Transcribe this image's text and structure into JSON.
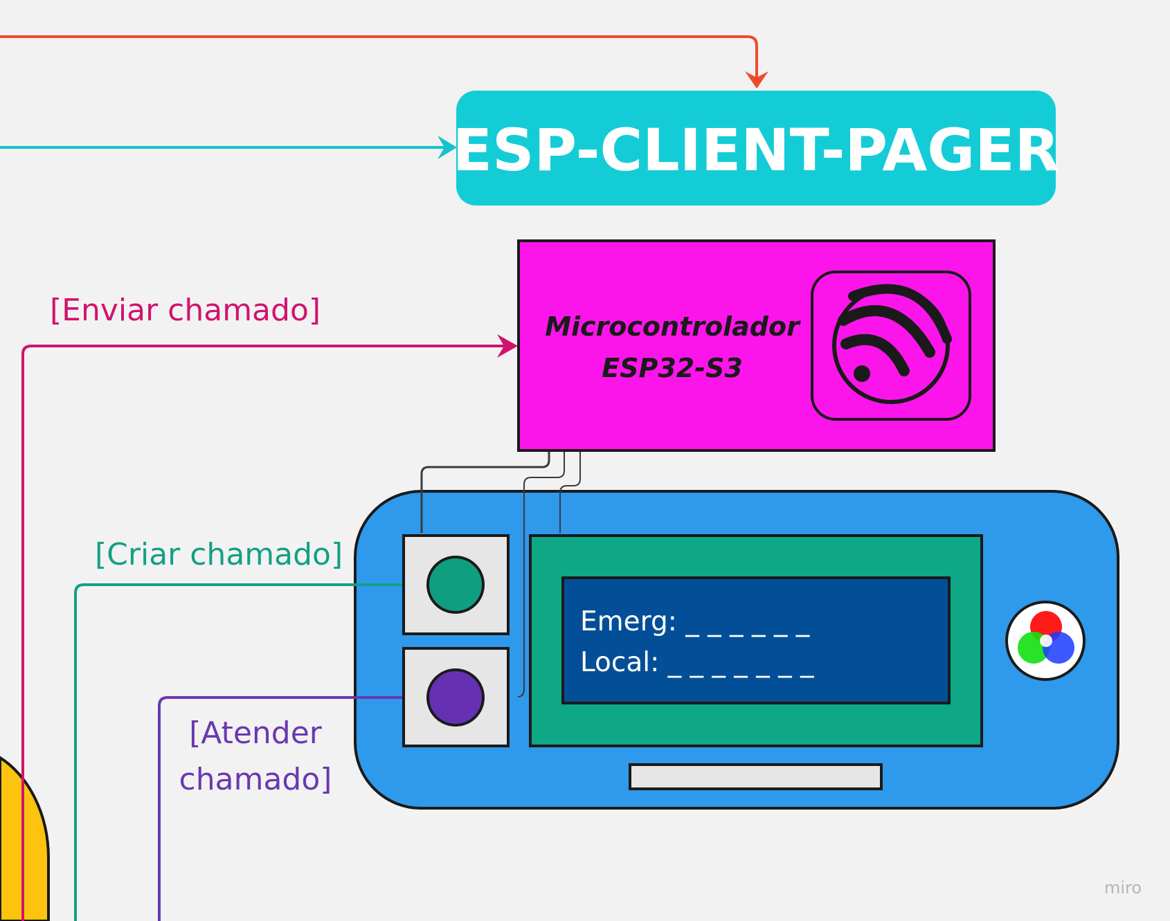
{
  "title": "ESP-CLIENT-PAGER",
  "microcontroller": {
    "line1": "Microcontrolador",
    "line2": "ESP32-S3",
    "logo_icon": "espressif-logo-icon"
  },
  "labels": {
    "enviar": "[Enviar chamado]",
    "criar": "[Criar chamado]",
    "atender_line1": "[Atender",
    "atender_line2": "chamado]"
  },
  "lcd": {
    "line1": "Emerg: _ _ _ _ _ _",
    "line2": "Local: _ _ _ _ _ _ _"
  },
  "buttons": [
    {
      "name": "create-call-button",
      "color": "#0f9e7f"
    },
    {
      "name": "answer-call-button",
      "color": "#6630b2"
    }
  ],
  "colors": {
    "title_bg": "#14ccd6",
    "mcu_bg": "#fb15ea",
    "device_body": "#2f99eb",
    "lcd_frame": "#0ea886",
    "lcd_screen": "#034f97",
    "arrow_orange": "#ef4a2c",
    "arrow_cyan": "#14c1cd",
    "line_pink": "#d1136e",
    "line_green": "#12a084",
    "line_purple": "#6a38b0",
    "yellow": "#fcc30f"
  },
  "rgb_led_icon": "rgb-led-icon",
  "watermark": "miro"
}
